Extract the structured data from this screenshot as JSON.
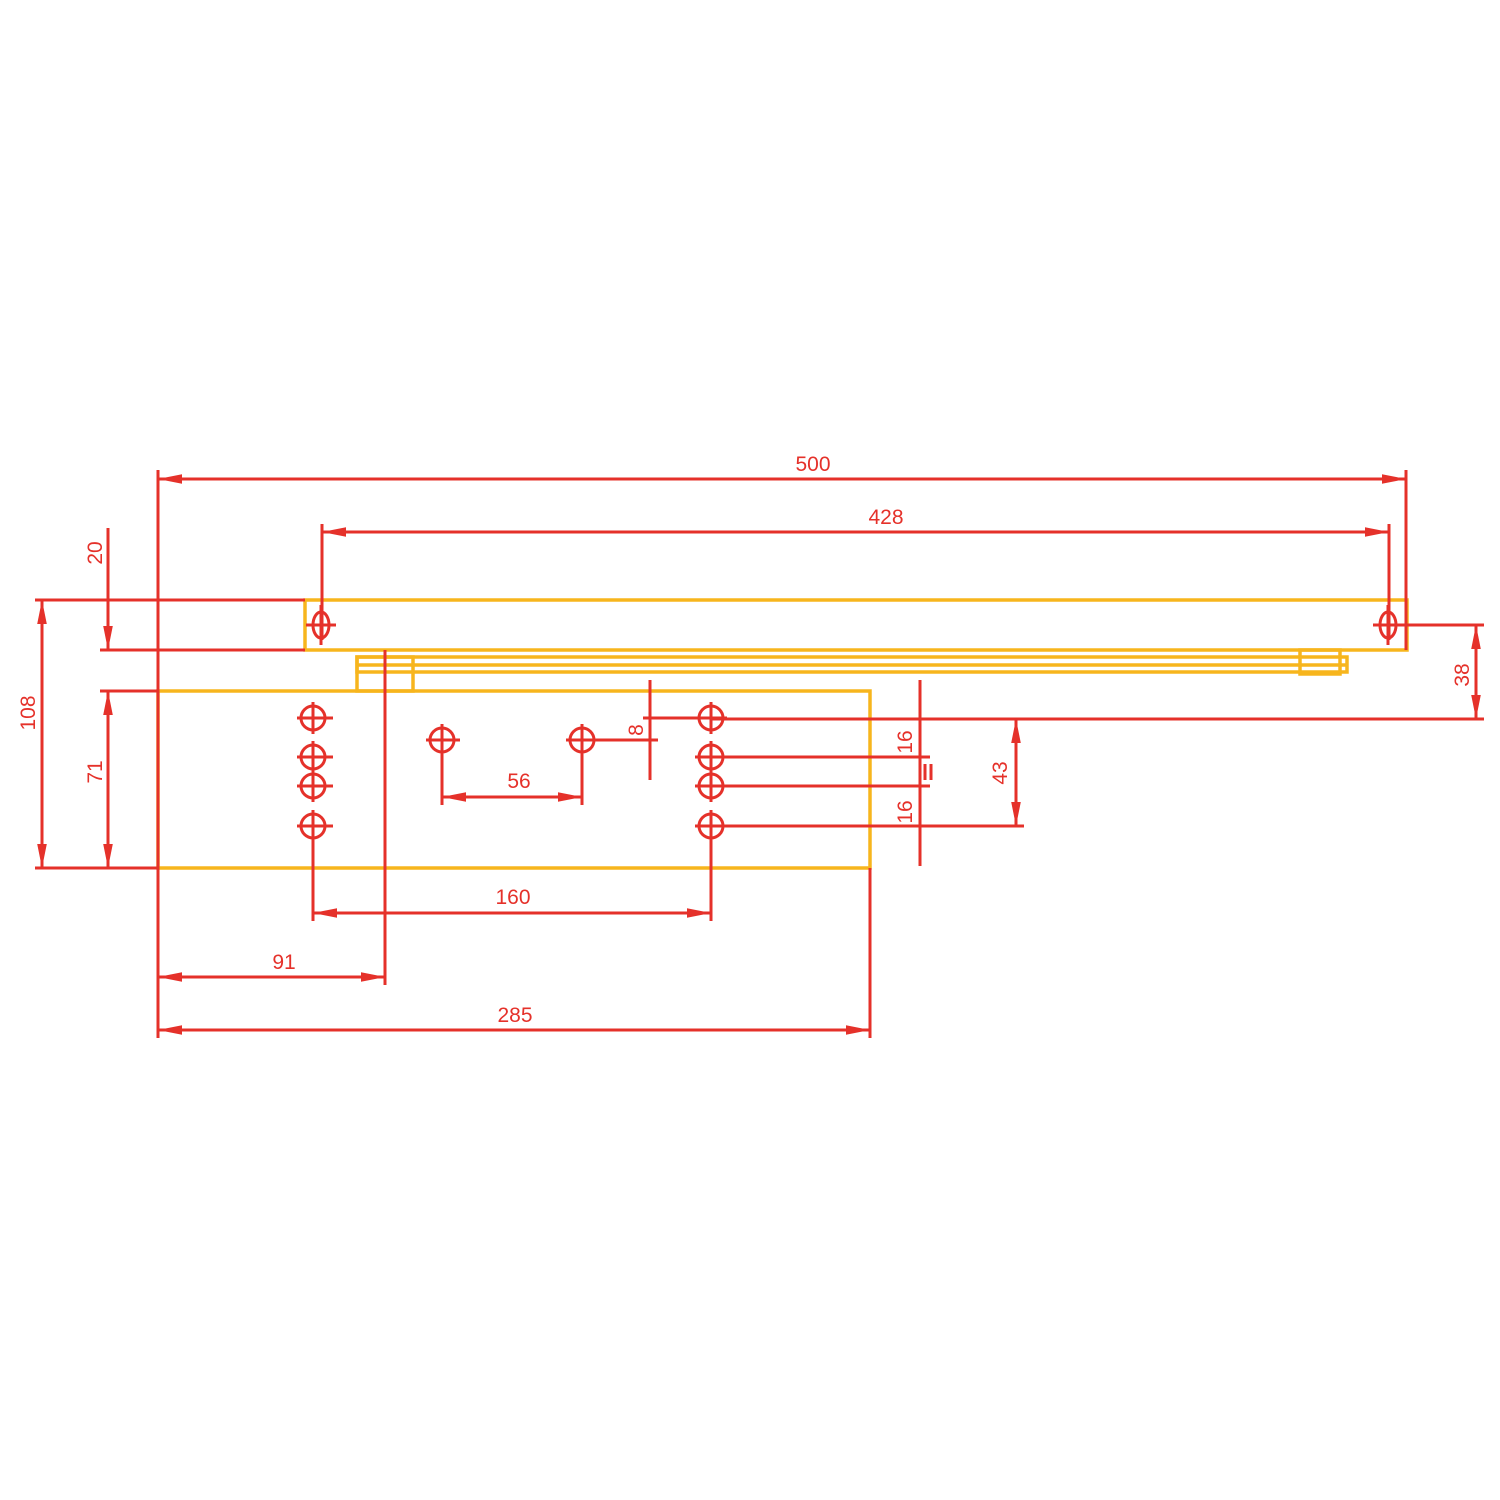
{
  "drawing": {
    "title": "Door closer with slide rail dimensional drawing",
    "colors": {
      "dimension": "#e5312a",
      "outline": "#f7b51d"
    },
    "units": "mm",
    "dimensions": {
      "overall_rail_length": "500",
      "rail_hole_spacing": "428",
      "rail_offset": "20",
      "total_height": "108",
      "body_height": "71",
      "rail_hole_to_body_top_hole": "38",
      "hole_pattern_height": "43",
      "hole_spacing_upper": "16",
      "hole_spacing_lower": "16",
      "center_hole_offset": "8",
      "center_hole_spacing": "56",
      "body_hole_spacing": "160",
      "arm_pivot_offset": "91",
      "body_length": "285"
    }
  }
}
